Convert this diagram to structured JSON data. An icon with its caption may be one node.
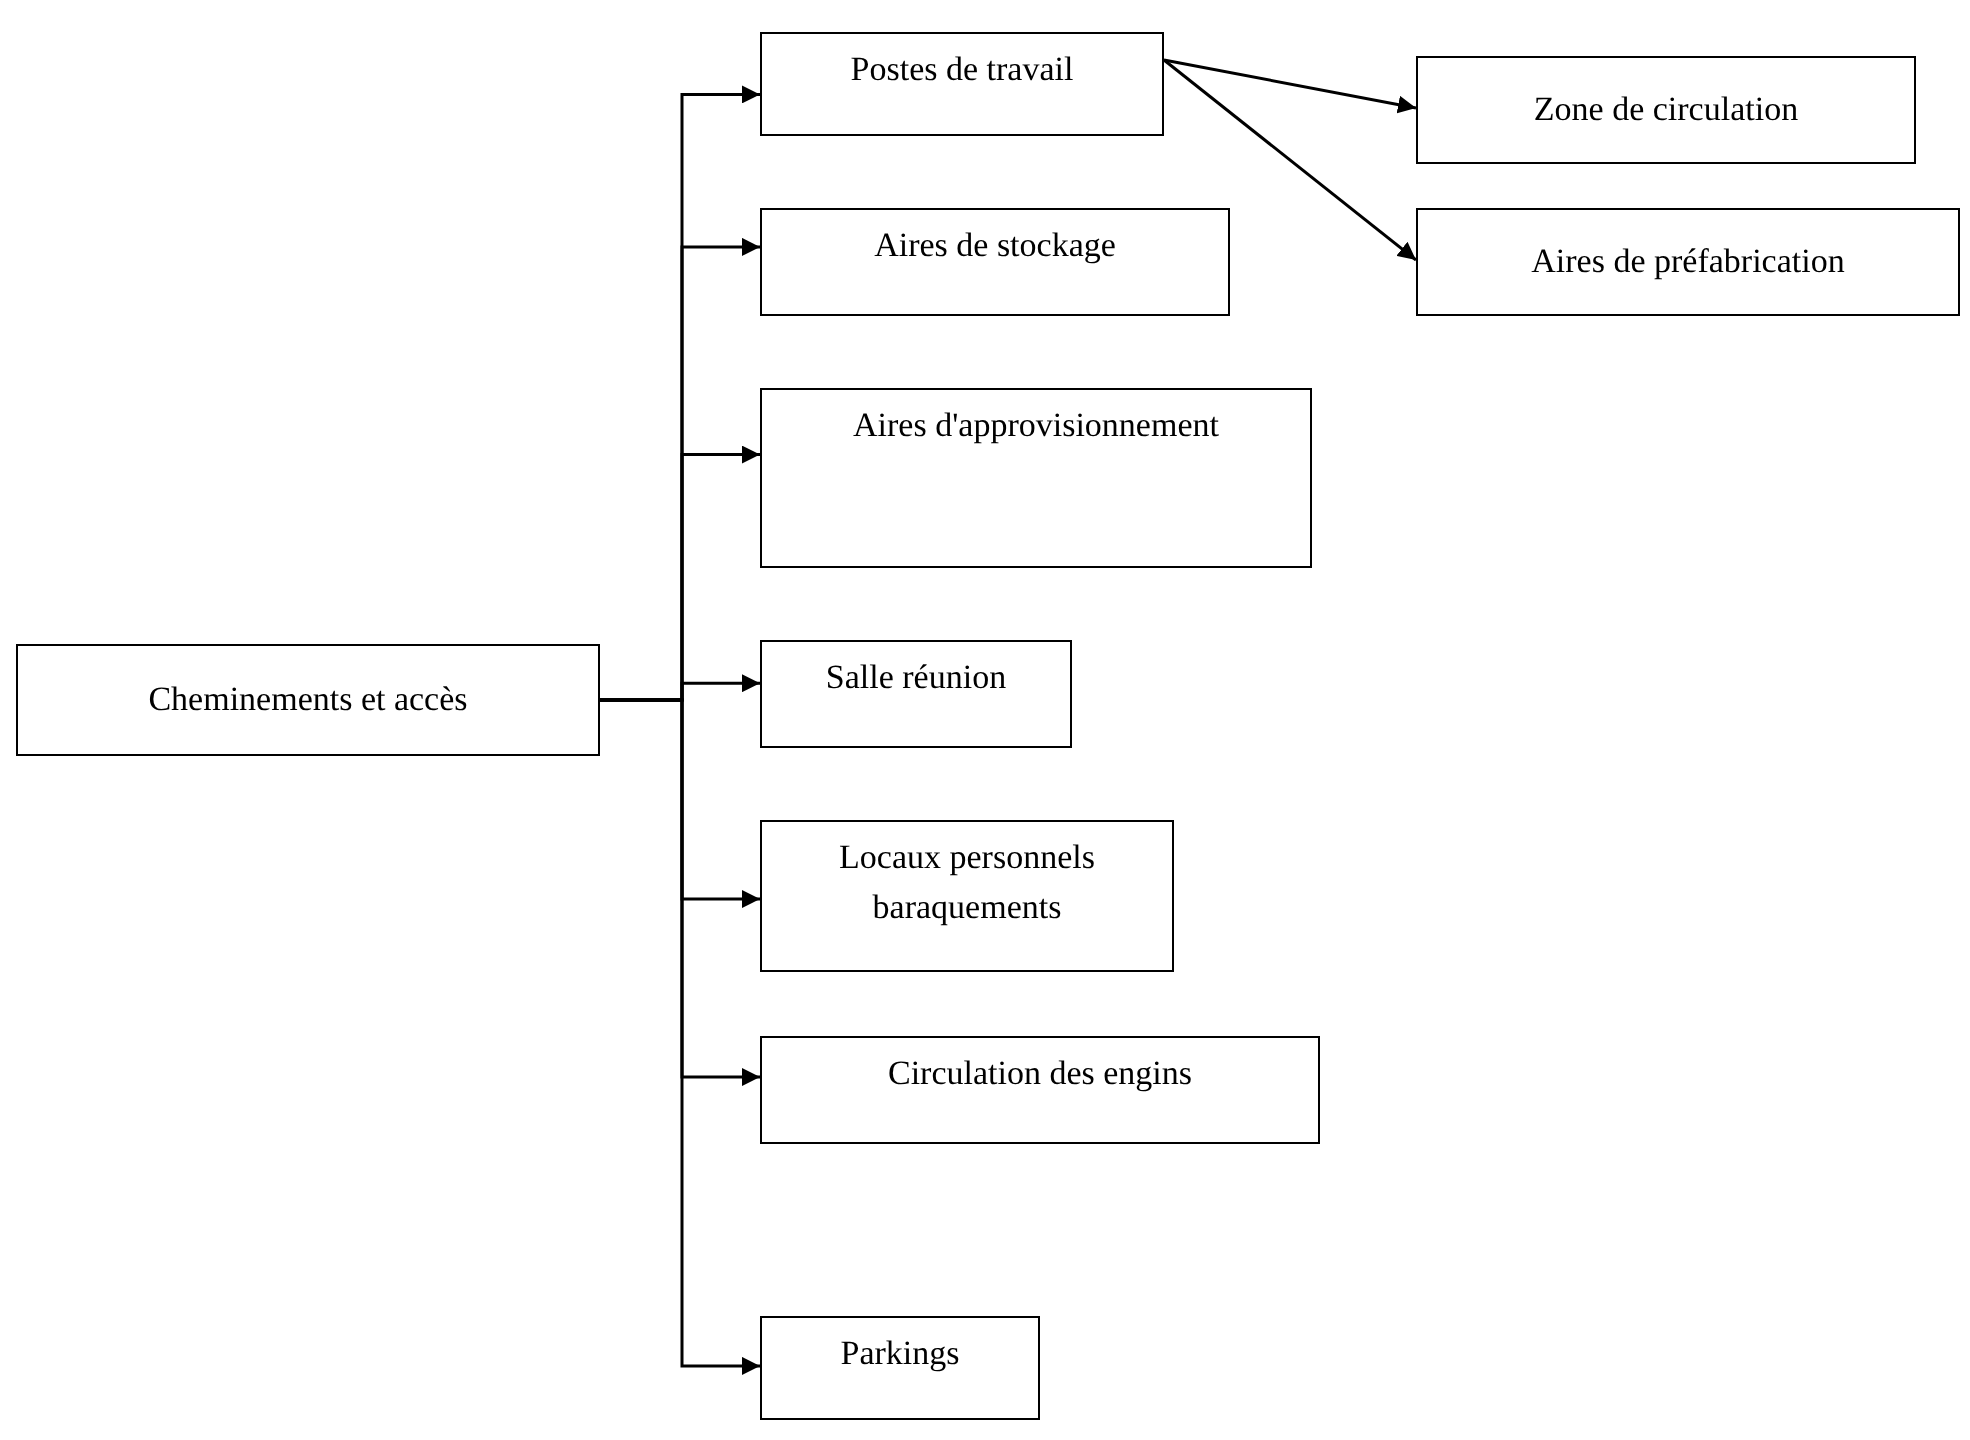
{
  "diagram": {
    "nodes": [
      {
        "text": [
          "Cheminements et accès"
        ]
      },
      {
        "text": [
          "Postes de travail"
        ]
      },
      {
        "text": [
          "Zone de circulation"
        ]
      },
      {
        "text": [
          "Aires de préfabrication"
        ]
      },
      {
        "text": [
          "Aires de stockage"
        ]
      },
      {
        "text": [
          "Aires d'approvisionnement"
        ]
      },
      {
        "text": [
          "Salle réunion"
        ]
      },
      {
        "text": [
          "Locaux personnels baraquements"
        ]
      },
      {
        "text": [
          "Circulation des engins"
        ]
      },
      {
        "text": [
          "Parkings"
        ]
      }
    ],
    "edges": [
      {
        "from": 0,
        "to": 1,
        "arrow": "to"
      },
      {
        "from": 0,
        "to": 4,
        "arrow": "to"
      },
      {
        "from": 0,
        "to": 5,
        "arrow": "to"
      },
      {
        "from": 0,
        "to": 6,
        "arrow": "to"
      },
      {
        "from": 0,
        "to": 7,
        "arrow": "to"
      },
      {
        "from": 0,
        "to": 8,
        "arrow": "to"
      },
      {
        "from": 0,
        "to": 9,
        "arrow": "to"
      },
      {
        "from": 1,
        "to": 2,
        "arrow": "to"
      },
      {
        "from": 1,
        "to": 3,
        "arrow": "to"
      }
    ]
  }
}
